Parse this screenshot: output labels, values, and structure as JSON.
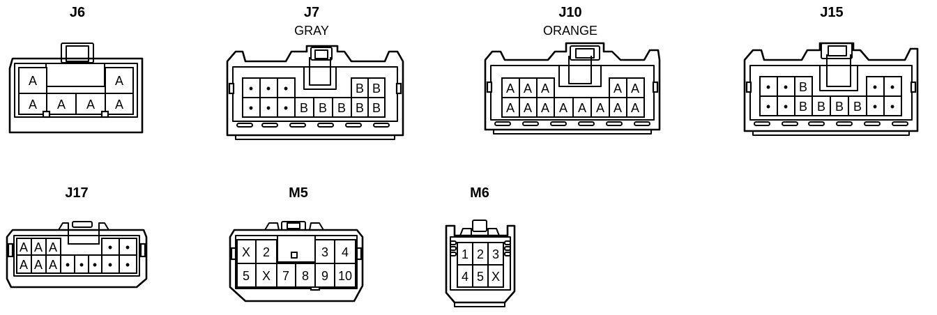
{
  "connectors": [
    {
      "id": "J6",
      "name": "J6",
      "color": "",
      "rows": [
        [
          "A",
          "",
          "",
          "A"
        ],
        [
          "A",
          "A",
          "A",
          "A"
        ]
      ]
    },
    {
      "id": "J7",
      "name": "J7",
      "color": "GRAY",
      "rows": [
        [
          "•",
          "•",
          "•",
          "",
          "",
          "",
          "B",
          "B"
        ],
        [
          "•",
          "•",
          "•",
          "B",
          "B",
          "B",
          "B",
          "B"
        ]
      ]
    },
    {
      "id": "J10",
      "name": "J10",
      "color": "ORANGE",
      "rows": [
        [
          "A",
          "A",
          "A",
          "",
          "",
          "",
          "A",
          "A"
        ],
        [
          "A",
          "A",
          "A",
          "A",
          "A",
          "A",
          "A",
          "A"
        ]
      ]
    },
    {
      "id": "J15",
      "name": "J15",
      "color": "",
      "rows": [
        [
          "•",
          "•",
          "B",
          "",
          "",
          "",
          "•",
          "•"
        ],
        [
          "•",
          "•",
          "B",
          "B",
          "B",
          "B",
          "•",
          "•"
        ]
      ]
    },
    {
      "id": "J17",
      "name": "J17",
      "color": "",
      "rows": [
        [
          "A",
          "A",
          "A",
          "",
          "",
          "",
          "•",
          "•"
        ],
        [
          "A",
          "A",
          "A",
          "•",
          "•",
          "•",
          "•",
          "•"
        ]
      ]
    },
    {
      "id": "M5",
      "name": "M5",
      "color": "",
      "rows": [
        [
          "X",
          "2",
          "",
          "",
          "3",
          "4"
        ],
        [
          "5",
          "X",
          "7",
          "8",
          "9",
          "10"
        ]
      ]
    },
    {
      "id": "M6",
      "name": "M6",
      "color": "",
      "rows": [
        [
          "1",
          "2",
          "3"
        ],
        [
          "4",
          "5",
          "X"
        ]
      ]
    }
  ]
}
